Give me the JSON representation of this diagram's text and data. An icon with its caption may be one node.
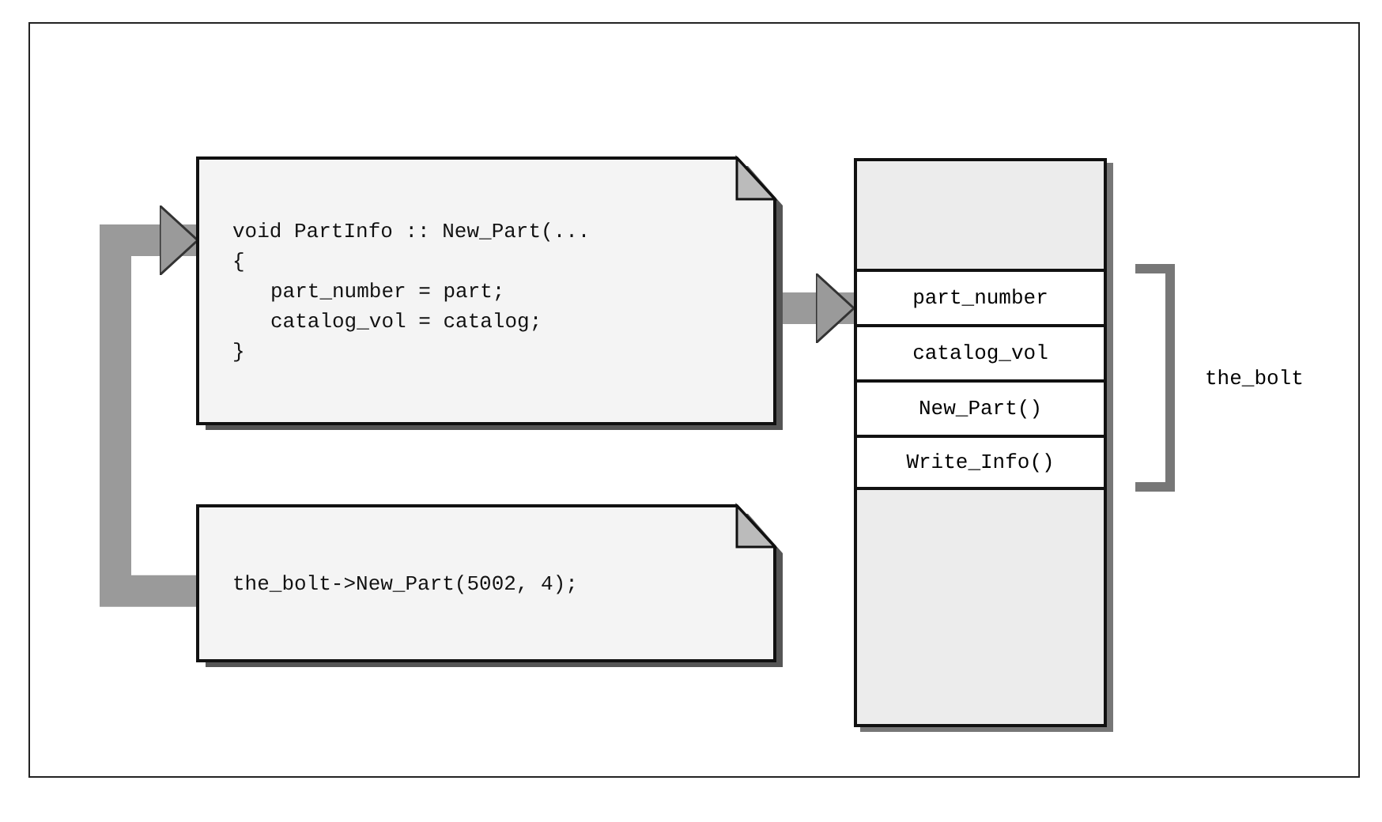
{
  "diagram": {
    "nodes": [
      {
        "text": [
          "void PartInfo :: New_Part(...",
          "{",
          "part_number = part;",
          "catalog_vol = catalog;",
          "}"
        ]
      },
      {
        "text": [],
        "shape": "box"
      },
      {
        "text": [
          "part_number"
        ],
        "in": 1
      },
      {
        "text": [
          "catalog_vol"
        ],
        "in": 1
      },
      {
        "text": [
          "New_Part()"
        ],
        "in": 1
      },
      {
        "text": [
          "Write_Info()"
        ],
        "in": 1
      },
      {
        "text": [
          "the_bolt->New_Part(5002, 4);"
        ]
      }
    ],
    "edges": [
      {
        "from": 0,
        "to": 1,
        "arrow": "to"
      },
      {
        "from": 6,
        "to": 0,
        "arrow": "to"
      }
    ],
    "labels": [
      "the_bolt"
    ]
  }
}
